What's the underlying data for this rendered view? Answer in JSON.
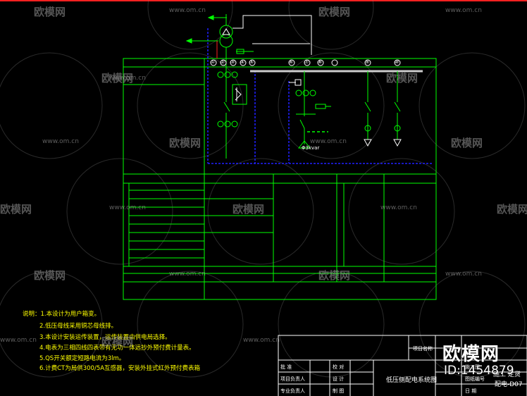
{
  "notes": {
    "title": "说明：1.本设计为用户箱变。",
    "items": [
      "2.低压母线采用铜芯母线排。",
      "3.本设计安装运传装置，运传装置由供电局选择。",
      "4.电表为三相四线四表带有无功一体远抄外预付费计量表。",
      "5.QS开关额定短路电流为3lm。",
      "6.计费CT为局供300/5A互感器，安装外挂式红外预付费表箱"
    ]
  },
  "diagram": {
    "circuit_numbers": [
      "①",
      "②",
      "③",
      "④",
      "⑤",
      "⑥",
      "⑦",
      "⑧",
      "⑨",
      "⑩"
    ],
    "load_label": "Φ3kvar"
  },
  "title_block": {
    "drawing_title": "低压侧配电系统图",
    "project_name_label": "项目名称",
    "rows": [
      {
        "left": "批 准",
        "mid": "校 对"
      },
      {
        "left": "项目负责人",
        "mid": "设 计"
      },
      {
        "left": "专业负责人",
        "mid": "制 图"
      }
    ],
    "right_labels": [
      "施工图",
      "图纸编号",
      "日 期"
    ],
    "status": "施工 定货",
    "drawing_number": "配电-D07"
  },
  "watermark": {
    "brand": "欧模网",
    "url": "www.om.cn",
    "id": "ID:1454879"
  },
  "colors": {
    "frame": "#00ff00",
    "bus": "#2020ff",
    "text": "#ffff00",
    "background": "#000000",
    "red": "#ff2020"
  }
}
